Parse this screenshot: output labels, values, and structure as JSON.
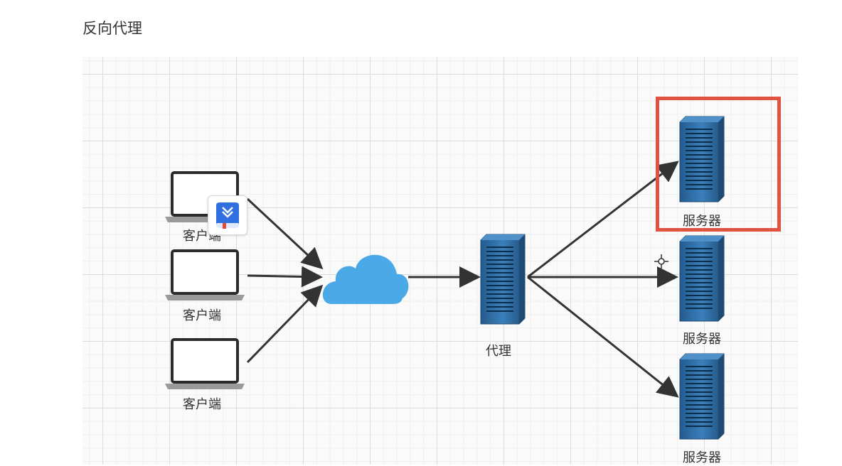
{
  "heading": "反向代理",
  "nodes": {
    "clients": [
      "客户端",
      "客户端",
      "客户端"
    ],
    "proxy": "代理",
    "servers": [
      "服务器",
      "服务器",
      "服务器"
    ]
  },
  "colors": {
    "server_blue": "#2f6fa8",
    "cloud_blue": "#4aa9e6",
    "arrow": "#333333",
    "highlight_red": "#e15241"
  },
  "overlay_icon": "download-app-icon"
}
